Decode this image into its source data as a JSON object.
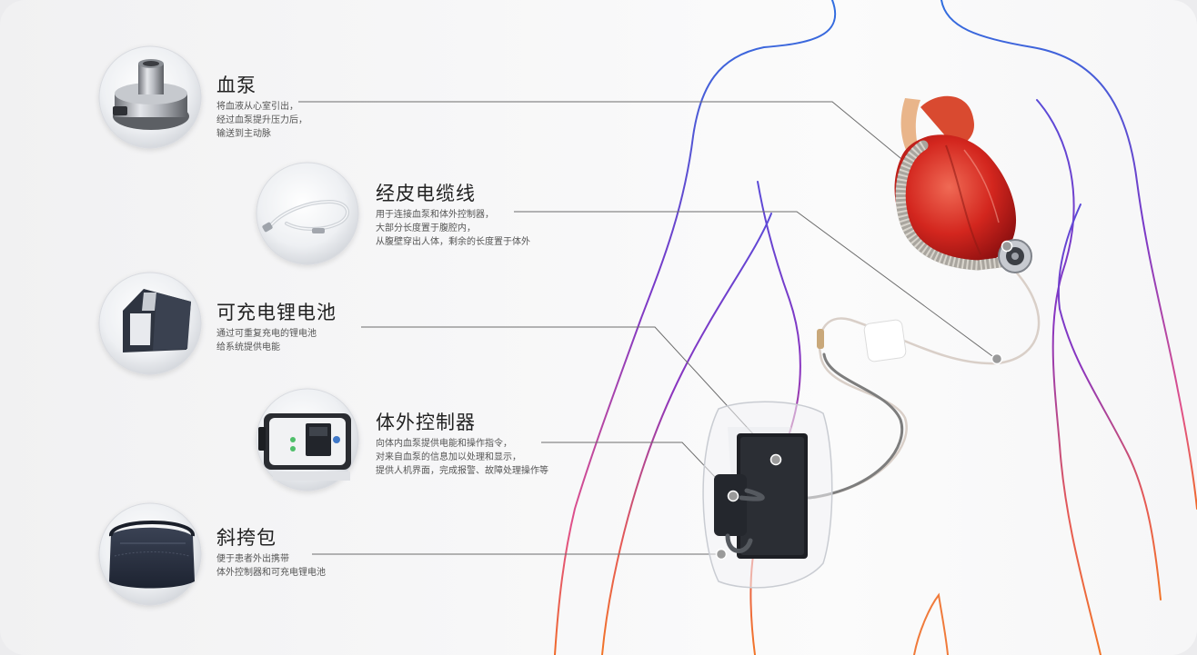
{
  "components": [
    {
      "id": "blood-pump",
      "title": "血泵",
      "lines": [
        "将血液从心室引出，",
        "经过血泵提升压力后，",
        "输送到主动脉"
      ]
    },
    {
      "id": "driveline",
      "title": "经皮电缆线",
      "lines": [
        "用于连接血泵和体外控制器，",
        "大部分长度置于腹腔内，",
        "从腹壁穿出人体，剩余的长度置于体外"
      ]
    },
    {
      "id": "battery",
      "title": "可充电锂电池",
      "lines": [
        "通过可重复充电的锂电池",
        "给系统提供电能"
      ]
    },
    {
      "id": "controller",
      "title": "体外控制器",
      "lines": [
        "向体内血泵提供电能和操作指令，",
        "对来自血泵的信息加以处理和显示，",
        "提供人机界面，完成报警、故障处理操作等"
      ]
    },
    {
      "id": "bag",
      "title": "斜挎包",
      "lines": [
        "便于患者外出携带",
        "体外控制器和可充电锂电池"
      ]
    }
  ],
  "colors": {
    "body_outline_top": "#2f6fe0",
    "body_outline_mid": "#7a38c8",
    "body_outline_bottom": "#f06a2a",
    "leader_line": "#6d6d6d",
    "heart": "#d8322a"
  }
}
